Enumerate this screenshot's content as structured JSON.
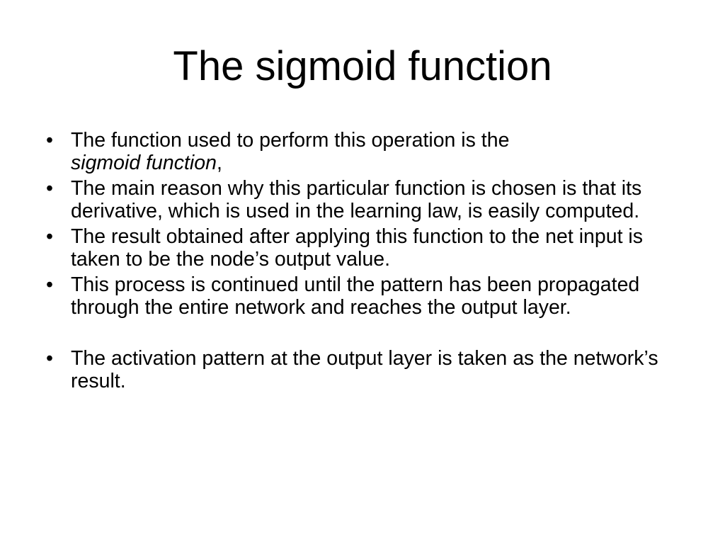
{
  "slide": {
    "title": "The sigmoid function",
    "bullet_mark": "•",
    "bullets": [
      {
        "text_before": "The function used to perform this operation is the ",
        "emphasis": "sigmoid function",
        "text_after": ","
      },
      {
        "text": "The main reason why this particular function is chosen is that its derivative, which is used in the learning law, is easily computed."
      },
      {
        "text": "The result obtained after applying this function to the net input is taken to be the node’s output value."
      },
      {
        "text": "This process is continued until the pattern has been propagated through the entire network and reaches the output layer."
      },
      {
        "text": "The activation pattern at the output layer is taken as the network’s result."
      }
    ]
  }
}
